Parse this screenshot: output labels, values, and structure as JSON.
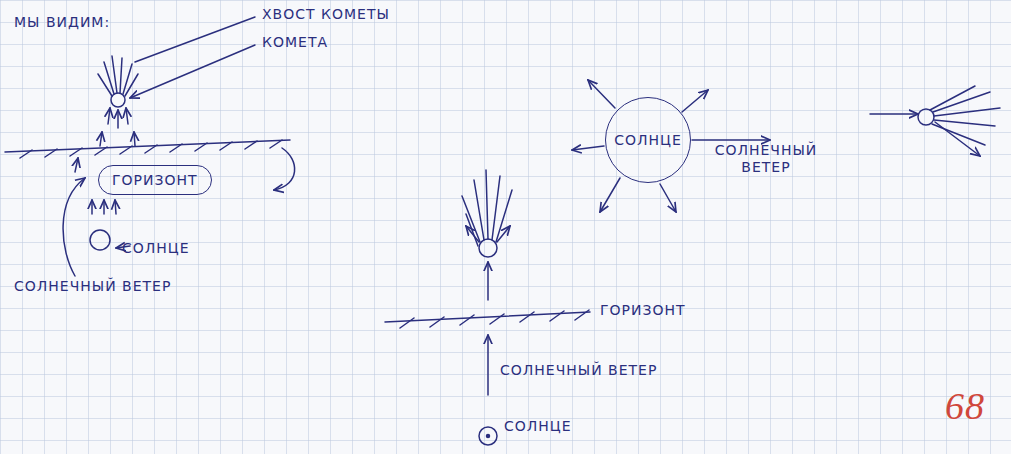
{
  "diagram": {
    "nodes": [
      {
        "text": [
          "ГОРИЗОНТ"
        ]
      },
      {
        "text": [
          "СОЛНЦЕ"
        ]
      }
    ],
    "labels": [
      "МЫ ВИДИМ:",
      "ХВОСТ КОМЕТЫ",
      "КОМЕТА",
      "СОЛНЦЕ",
      "СОЛНЕЧНЫЙ ВЕТЕР",
      "СОЛНЕЧНЫЙ ВЕТЕР",
      "ГОРИЗОНТ",
      "СОЛНЕЧНЫЙ ВЕТЕР",
      "СОЛНЦЕ",
      "68"
    ]
  }
}
